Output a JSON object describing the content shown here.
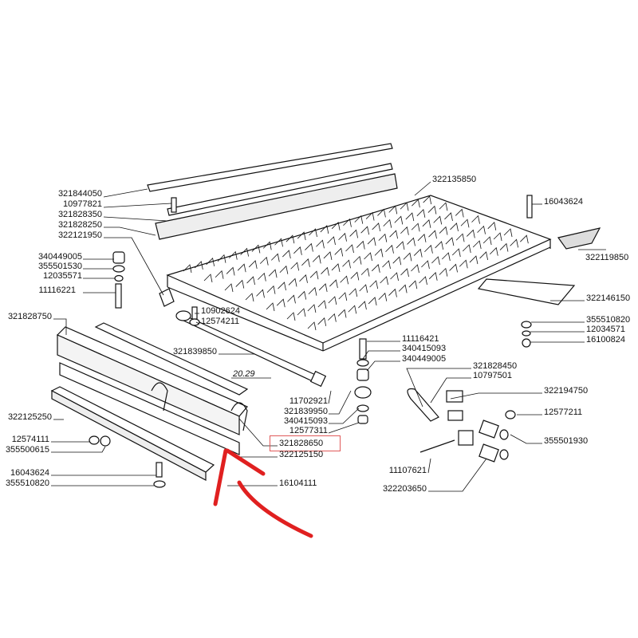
{
  "diagram": {
    "highlight_color": "#e02020",
    "selected_part": "321828650",
    "page_ref": "20.29",
    "labels_left": [
      "321844050",
      "10977821",
      "321828350",
      "321828250",
      "322121950",
      "340449005",
      "355501530",
      "12035571",
      "11116221",
      "321828750",
      "322125250",
      "12574111",
      "355500615",
      "16043624",
      "355510820"
    ],
    "labels_right_top": [
      "322135850",
      "16043624",
      "322119850",
      "322146150",
      "355510820",
      "12034571",
      "16100824"
    ],
    "labels_center": [
      "10902624",
      "12574211",
      "321839850",
      "11702921",
      "321839950",
      "340415093",
      "12577311",
      "321828650",
      "322125150",
      "16104111"
    ],
    "labels_hardware": [
      "11116421",
      "340415093",
      "340449005",
      "321828450",
      "10797501",
      "322194750",
      "12577211",
      "355501930",
      "11107621",
      "322203650"
    ]
  }
}
